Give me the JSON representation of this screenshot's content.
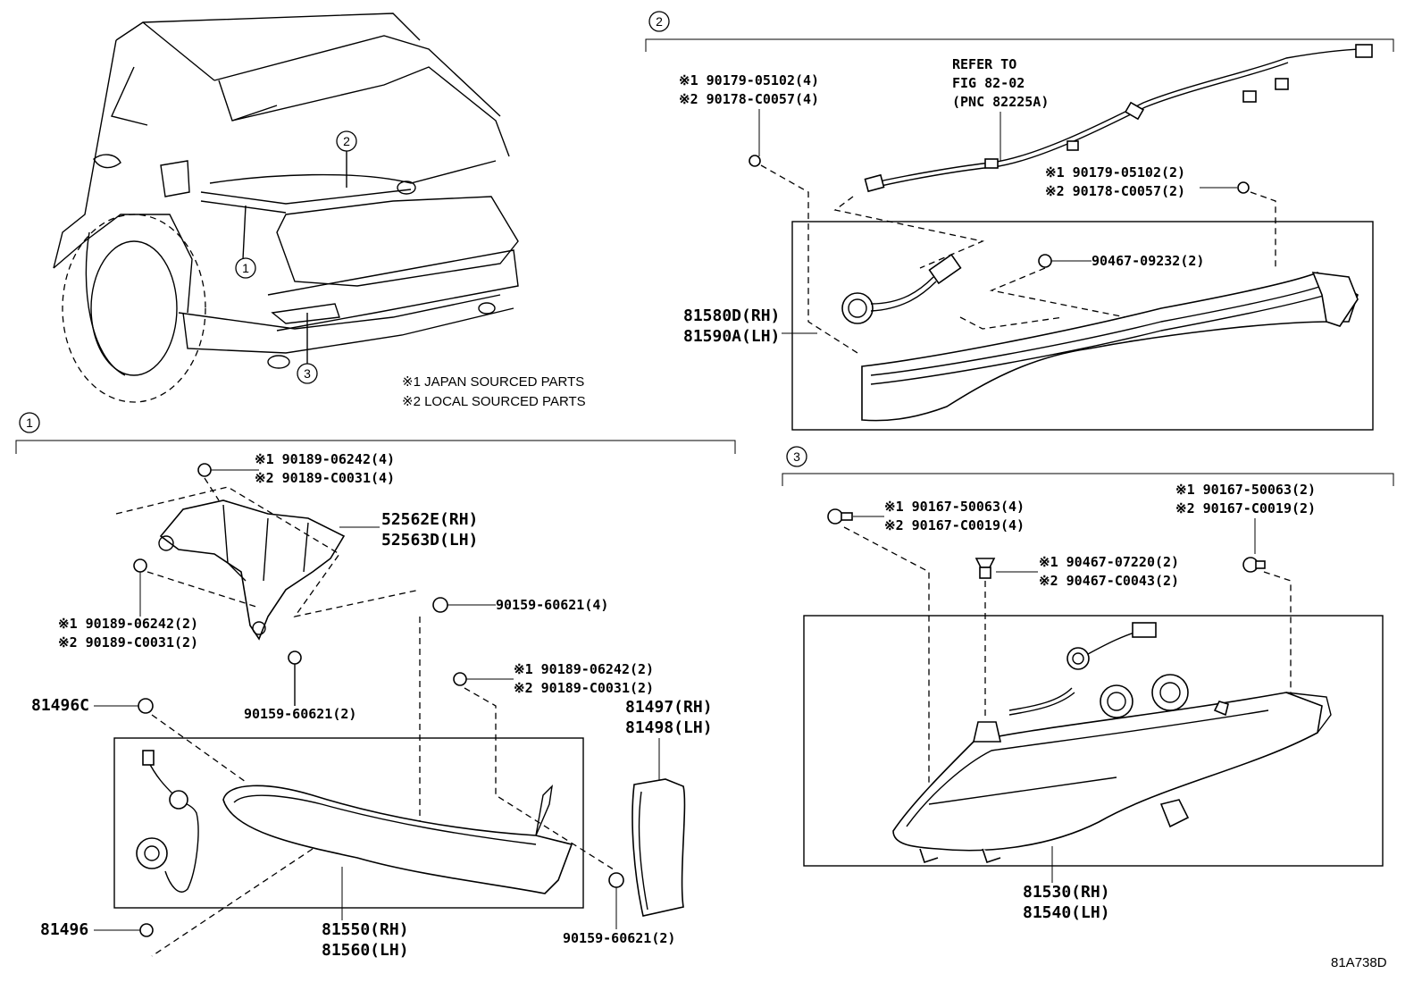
{
  "notes": {
    "japan": "※1 JAPAN SOURCED PARTS",
    "local": "※2 LOCAL SOURCED PARTS"
  },
  "callouts": {
    "one": "1",
    "two": "2",
    "three": "3"
  },
  "figure_code": "81A738D",
  "section2": {
    "refer_line1": "REFER TO",
    "refer_line2": "FIG 82-02",
    "refer_line3": "(PNC 82225A)",
    "nut_left_1": "※1 90179-05102(4)",
    "nut_left_2": "※2 90178-C0057(4)",
    "nut_right_1": "※1 90179-05102(2)",
    "nut_right_2": "※2 90178-C0057(2)",
    "grommet": "90467-09232(2)",
    "lamp_rh": "81580D(RH)",
    "lamp_lh": "81590A(LH)"
  },
  "section1": {
    "nut_top_1": "※1 90189-06242(4)",
    "nut_top_2": "※2 90189-C0031(4)",
    "bracket_rh": "52562E(RH)",
    "bracket_lh": "52563D(LH)",
    "nut_left_1": "※1 90189-06242(2)",
    "nut_left_2": "※2 90189-C0031(2)",
    "screw_right": "90159-60621(4)",
    "screw_bottom": "90159-60621(2)",
    "nut_mid_1": "※1 90189-06242(2)",
    "nut_mid_2": "※2 90189-C0031(2)",
    "socket": "81496C",
    "bulb": "81496",
    "reflector_rh": "81497(RH)",
    "reflector_lh": "81498(LH)",
    "lamp_rh": "81550(RH)",
    "lamp_lh": "81560(LH)",
    "screw_lower": "90159-60621(2)"
  },
  "section3": {
    "bolt_left_1": "※1 90167-50063(4)",
    "bolt_left_2": "※2 90167-C0019(4)",
    "bolt_right_1": "※1 90167-50063(2)",
    "bolt_right_2": "※2 90167-C0019(2)",
    "clip_1": "※1 90467-07220(2)",
    "clip_2": "※2 90467-C0043(2)",
    "lamp_rh": "81530(RH)",
    "lamp_lh": "81540(LH)"
  }
}
